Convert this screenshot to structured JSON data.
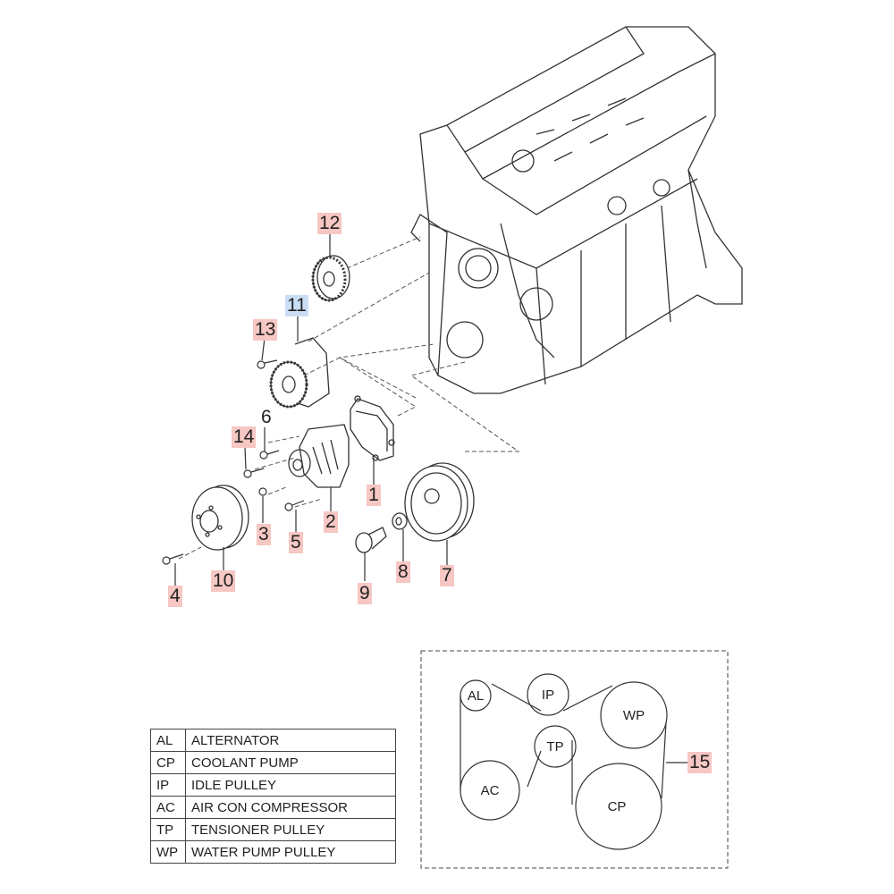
{
  "callouts": {
    "c1": "1",
    "c2": "2",
    "c3": "3",
    "c4": "4",
    "c5": "5",
    "c6": "6",
    "c7": "7",
    "c8": "8",
    "c9": "9",
    "c10": "10",
    "c11": "11",
    "c12": "12",
    "c13": "13",
    "c14": "14",
    "c15": "15"
  },
  "colors": {
    "callout_red": "#f6c7c3",
    "callout_blue": "#c9def5"
  },
  "legend": [
    {
      "abbr": "AL",
      "desc": "ALTERNATOR"
    },
    {
      "abbr": "CP",
      "desc": "COOLANT PUMP"
    },
    {
      "abbr": "IP",
      "desc": "IDLE PULLEY"
    },
    {
      "abbr": "AC",
      "desc": "AIR CON COMPRESSOR"
    },
    {
      "abbr": "TP",
      "desc": "TENSIONER PULLEY"
    },
    {
      "abbr": "WP",
      "desc": "WATER PUMP PULLEY"
    }
  ],
  "belt_diagram": {
    "pulleys": {
      "al": "AL",
      "ip": "IP",
      "wp": "WP",
      "tp": "TP",
      "ac": "AC",
      "cp": "CP"
    }
  }
}
